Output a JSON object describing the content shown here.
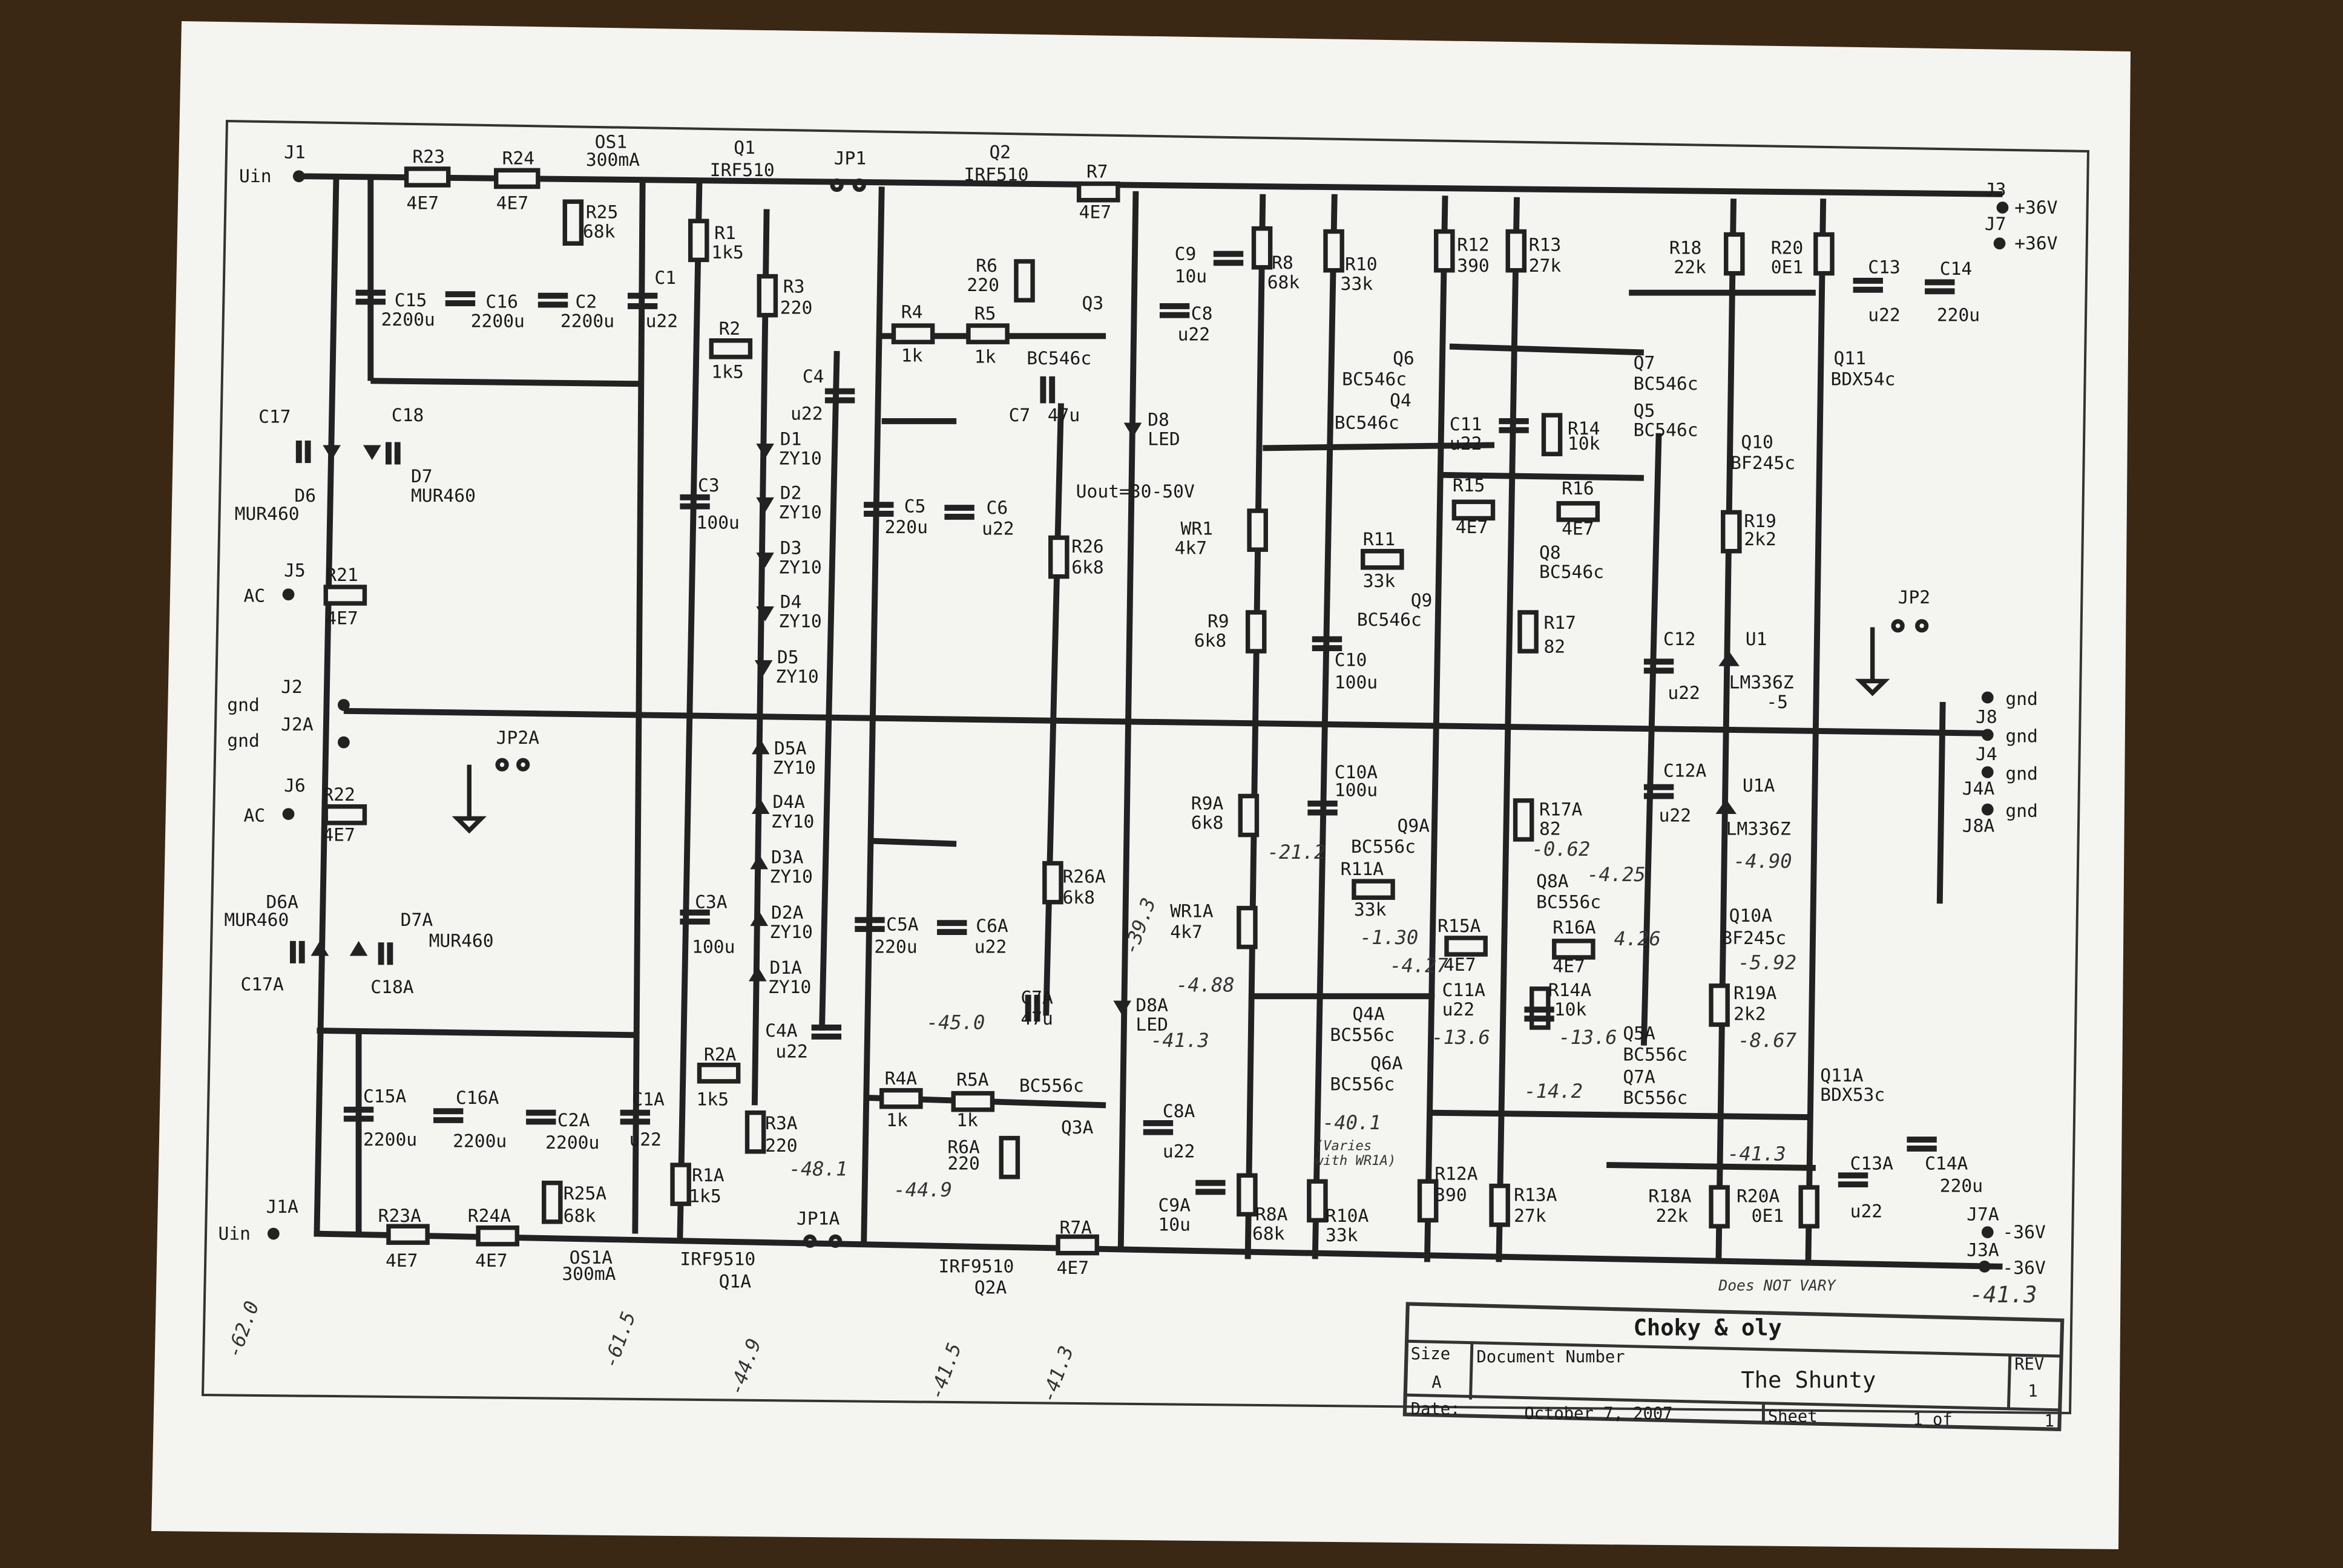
{
  "theme": {
    "paper": "#f4f4f1",
    "ink": "#1a1a1a",
    "table": "#3a2714"
  },
  "title_block": {
    "company": "Choky & oly",
    "size_label": "Size",
    "size_value": "A",
    "doc_number_label": "Document Number",
    "title": "The Shunty",
    "rev_label": "REV",
    "rev_value": "1",
    "date_label": "Date:",
    "date_value": "October  7, 2007",
    "sheet_label": "Sheet",
    "sheet_value": "1 of",
    "sheet_total": "1"
  },
  "connectors": {
    "J1": "J1",
    "uin_top": "Uin",
    "J1A": "J1A",
    "uin_bottom": "Uin",
    "J5": "J5",
    "ac_top": "AC",
    "J6": "J6",
    "ac_bottom": "AC",
    "J2": "J2",
    "J2A": "J2A",
    "gnd_left_1": "gnd",
    "gnd_left_2": "gnd",
    "J3": "J3",
    "J7": "J7",
    "v36_1": "+36V",
    "v36_2": "+36V",
    "J7A": "J7A",
    "J3A": "J3A",
    "vn36_1": "-36V",
    "vn36_2": "-36V",
    "J8": "J8",
    "J4": "J4",
    "J4A": "J4A",
    "J8A": "J8A",
    "gnd_r1": "gnd",
    "gnd_r2": "gnd",
    "gnd_r3": "gnd",
    "gnd_r4": "gnd",
    "JP1": "JP1",
    "JP1A": "JP1A",
    "JP2": "JP2",
    "JP2A": "JP2A"
  },
  "components": {
    "R23": "R23",
    "R23_val": "4E7",
    "R24": "R24",
    "R24_val": "4E7",
    "OS1": "OS1",
    "OS1_val": "300mA",
    "R25": "R25",
    "R25_val": "68k",
    "C15": "C15",
    "C15_val": "2200u",
    "C16": "C16",
    "C16_val": "2200u",
    "C2": "C2",
    "C2_val": "2200u",
    "C1": "C1",
    "C1_val": "u22",
    "Q1": "Q1",
    "Q1_val": "IRF510",
    "Q2": "Q2",
    "Q2_val": "IRF510",
    "R7": "R7",
    "R7_val": "4E7",
    "R1": "R1",
    "R1_val": "1k5",
    "R3": "R3",
    "R3_val": "220",
    "R2": "R2",
    "R2_val": "1k5",
    "R6": "R6",
    "R6_val": "220",
    "R4": "R4",
    "R4_val": "1k",
    "R5": "R5",
    "R5_val": "1k",
    "Q3": "Q3",
    "Q3_val": "BC546c",
    "C7": "C7",
    "C7_val": "47u",
    "C4": "C4",
    "C4_val": "u22",
    "C3": "C3",
    "C3_val": "100u",
    "D1": "D1",
    "D1_val": "ZY10",
    "D2": "D2",
    "D2_val": "ZY10",
    "D3": "D3",
    "D3_val": "ZY10",
    "D4": "D4",
    "D4_val": "ZY10",
    "D5": "D5",
    "D5_val": "ZY10",
    "C5": "C5",
    "C5_val": "220u",
    "C6": "C6",
    "C6_val": "u22",
    "D8": "D8",
    "D8_val": "LED",
    "uout": "Uout=30-50V",
    "R26": "R26",
    "R26_val": "6k8",
    "WR1": "WR1",
    "WR1_val": "4k7",
    "R9": "R9",
    "R9_val": "6k8",
    "C9": "C9",
    "C9_val": "10u",
    "C8": "C8",
    "C8_val": "u22",
    "R8": "R8",
    "R8_val": "68k",
    "R10": "R10",
    "R10_val": "33k",
    "R12": "R12",
    "R12_val": "390",
    "R13": "R13",
    "R13_val": "27k",
    "Q6": "Q6",
    "Q6_val": "BC546c",
    "Q7": "Q7",
    "Q7_val": "BC546c",
    "Q4": "Q4",
    "Q4_val": "BC546c",
    "Q5": "Q5",
    "Q5_val": "BC546c",
    "C11": "C11",
    "C11_val": "u22",
    "R14": "R14",
    "R14_val": "10k",
    "R15": "R15",
    "R15_val": "4E7",
    "R16": "R16",
    "R16_val": "4E7",
    "R11": "R11",
    "R11_val": "33k",
    "Q8": "Q8",
    "Q8_val": "BC546c",
    "Q9": "Q9",
    "Q9_val": "BC546c",
    "R17": "R17",
    "R17_val": "82",
    "C10": "C10",
    "C10_val": "100u",
    "R18": "R18",
    "R18_val": "22k",
    "R20": "R20",
    "R20_val": "0E1",
    "C13": "C13",
    "C13_val": "u22",
    "C14": "C14",
    "C14_val": "220u",
    "Q11": "Q11",
    "Q11_val": "BDX54c",
    "Q10": "Q10",
    "Q10_val": "BF245c",
    "R19": "R19",
    "R19_val": "2k2",
    "C12": "C12",
    "C12_val": "u22",
    "U1": "U1",
    "U1_val": "LM336Z",
    "U1_sub": "-5",
    "C17": "C17",
    "C18": "C18",
    "D6": "D6",
    "D6_val": "MUR460",
    "D7": "D7",
    "D7_val": "MUR460",
    "R21": "R21",
    "R21_val": "4E7",
    "R22": "R22",
    "R22_val": "4E7",
    "D6A": "D6A",
    "D6A_val": "MUR460",
    "D7A": "D7A",
    "D7A_val": "MUR460",
    "C17A": "C17A",
    "C18A": "C18A",
    "C15A": "C15A",
    "C15A_val": "2200u",
    "C16A": "C16A",
    "C16A_val": "2200u",
    "C2A": "C2A",
    "C2A_val": "2200u",
    "C1A": "C1A",
    "C1A_val": "u22",
    "R23A": "R23A",
    "R23A_val": "4E7",
    "R24A": "R24A",
    "R24A_val": "4E7",
    "R25A": "R25A",
    "R25A_val": "68k",
    "OS1A": "OS1A",
    "OS1A_val": "300mA",
    "C3A": "C3A",
    "C3A_val": "100u",
    "R2A": "R2A",
    "R2A_val": "1k5",
    "R3A": "R3A",
    "R3A_val": "220",
    "R1A": "R1A",
    "R1A_val": "1k5",
    "Q1A": "Q1A",
    "Q1A_val": "IRF9510",
    "Q2A": "Q2A",
    "Q2A_val": "IRF9510",
    "R7A": "R7A",
    "R7A_val": "4E7",
    "D5A": "D5A",
    "D4A": "D4A",
    "D3A": "D3A",
    "D2A": "D2A",
    "D1A": "D1A",
    "zy": "ZY10",
    "C4A": "C4A",
    "C4A_val": "u22",
    "C5A": "C5A",
    "C5A_val": "220u",
    "C6A": "C6A",
    "C6A_val": "u22",
    "C7A": "C7A",
    "C7A_val": "47u",
    "R4A": "R4A",
    "R4A_val": "1k",
    "R5A": "R5A",
    "R5A_val": "1k",
    "Q3A": "Q3A",
    "Q3A_val": "BC556c",
    "R6A": "R6A",
    "R6A_val": "220",
    "D8A": "D8A",
    "D8A_val": "LED",
    "R26A": "R26A",
    "R26A_val": "6k8",
    "WR1A": "WR1A",
    "WR1A_val": "4k7",
    "R9A": "R9A",
    "R9A_val": "6k8",
    "C8A": "C8A",
    "C8A_val": "u22",
    "C9A": "C9A",
    "C9A_val": "10u",
    "R8A": "R8A",
    "R8A_val": "68k",
    "R10A": "R10A",
    "R10A_val": "33k",
    "C10A": "C10A",
    "C10A_val": "100u",
    "R11A": "R11A",
    "R11A_val": "33k",
    "Q9A": "Q9A",
    "Q9A_val": "BC556c",
    "Q8A": "Q8A",
    "Q8A_val": "BC556c",
    "R17A": "R17A",
    "R17A_val": "82",
    "R15A": "R15A",
    "R15A_val": "4E7",
    "R16A": "R16A",
    "R16A_val": "4E7",
    "C11A": "C11A",
    "C11A_val": "u22",
    "R14A": "R14A",
    "R14A_val": "10k",
    "Q4A": "Q4A",
    "Q4A_val": "BC556c",
    "Q5A": "Q5A",
    "Q5A_val": "BC556c",
    "Q6A": "Q6A",
    "Q6A_val": "BC556c",
    "Q7A": "Q7A",
    "Q7A_val": "BC556c",
    "R12A": "R12A",
    "R12A_val": "390",
    "R13A": "R13A",
    "R13A_val": "27k",
    "R18A": "R18A",
    "R18A_val": "22k",
    "R20A": "R20A",
    "R20A_val": "0E1",
    "C13A": "C13A",
    "C13A_val": "u22",
    "C14A": "C14A",
    "C14A_val": "220u",
    "Q11A": "Q11A",
    "Q11A_val": "BDX53c",
    "Q10A": "Q10A",
    "Q10A_val": "BF245c",
    "R19A": "R19A",
    "R19A_val": "2k2",
    "C12A": "C12A",
    "C12A_val": "u22",
    "U1A": "U1A",
    "U1A_val": "LM336Z"
  },
  "handwritten": {
    "n62": "-62.0",
    "n615": "-61.5",
    "n449a": "-44.9",
    "n415": "-41.5",
    "n413a": "-41.3",
    "n481": "-48.1",
    "n449b": "-44.9",
    "n450": "-45.0",
    "n413b": "-41.3",
    "n488": "-4.88",
    "n393": "-39.3",
    "n212": "-21.2",
    "n062": "-0.62",
    "n425": "-4.25",
    "n130": "-1.30",
    "n427": "-4.27",
    "n426": "4.26",
    "n136a": "-13.6",
    "n136b": "-13.6",
    "n142": "-14.2",
    "n401": "-40.1",
    "varies": "(Varies",
    "with_wr1a": "with WR1A)",
    "n490": "-4.90",
    "n592": "-5.92",
    "n867": "-8.67",
    "n413c": "-41.3",
    "does_not_vary": "Does NOT VARY",
    "n413d": "-41.3"
  }
}
